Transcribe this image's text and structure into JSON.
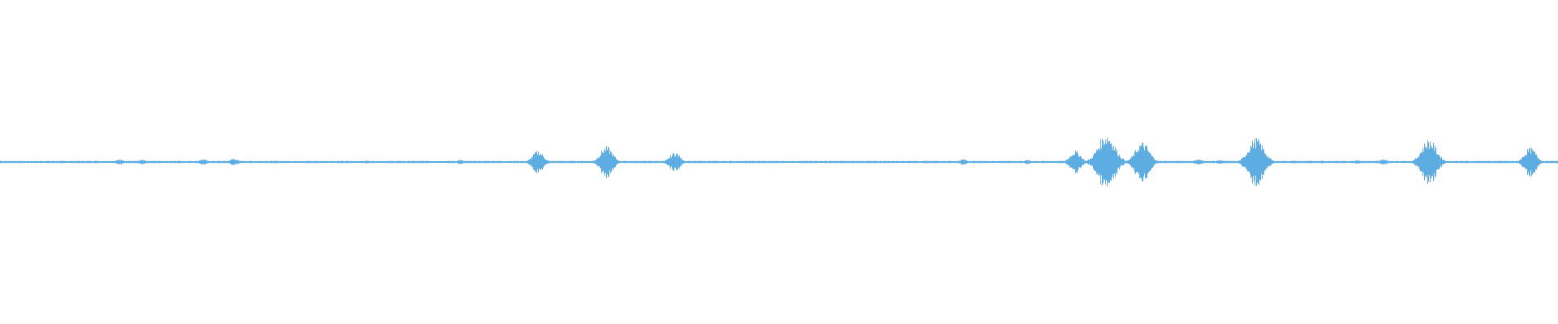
{
  "waveform": {
    "color": "#5dade2",
    "background": "#ffffff",
    "peaks": [
      {
        "t": 0.0,
        "amp": 0.01
      },
      {
        "t": 0.062,
        "amp": 0.01
      },
      {
        "t": 0.077,
        "amp": 0.02
      },
      {
        "t": 0.091,
        "amp": 0.015
      },
      {
        "t": 0.115,
        "amp": 0.01
      },
      {
        "t": 0.13,
        "amp": 0.02
      },
      {
        "t": 0.15,
        "amp": 0.025
      },
      {
        "t": 0.235,
        "amp": 0.01
      },
      {
        "t": 0.295,
        "amp": 0.015
      },
      {
        "t": 0.345,
        "amp": 0.08
      },
      {
        "t": 0.389,
        "amp": 0.11
      },
      {
        "t": 0.433,
        "amp": 0.07
      },
      {
        "t": 0.618,
        "amp": 0.02
      },
      {
        "t": 0.659,
        "amp": 0.015
      },
      {
        "t": 0.69,
        "amp": 0.08
      },
      {
        "t": 0.71,
        "amp": 0.2
      },
      {
        "t": 0.733,
        "amp": 0.14
      },
      {
        "t": 0.769,
        "amp": 0.02
      },
      {
        "t": 0.783,
        "amp": 0.015
      },
      {
        "t": 0.806,
        "amp": 0.17
      },
      {
        "t": 0.83,
        "amp": 0.01
      },
      {
        "t": 0.848,
        "amp": 0.01
      },
      {
        "t": 0.871,
        "amp": 0.015
      },
      {
        "t": 0.888,
        "amp": 0.02
      },
      {
        "t": 0.917,
        "amp": 0.16
      },
      {
        "t": 0.982,
        "amp": 0.1
      },
      {
        "t": 1.0,
        "amp": 0.01
      }
    ]
  }
}
